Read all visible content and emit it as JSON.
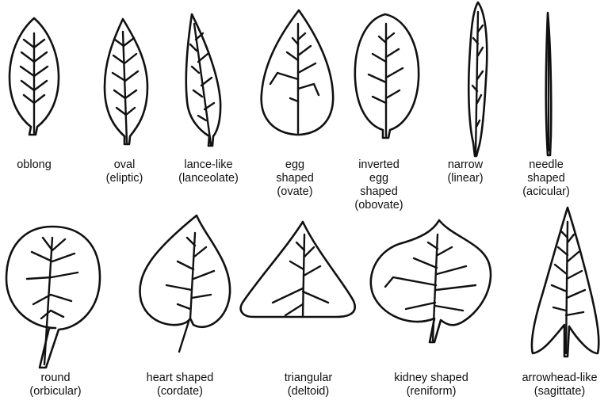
{
  "leaves": [
    {
      "id": "oblong",
      "lines": [
        "oblong"
      ]
    },
    {
      "id": "oval",
      "lines": [
        "oval",
        "(eliptic)"
      ]
    },
    {
      "id": "lanceolate",
      "lines": [
        "lance-like",
        "(lanceolate)"
      ]
    },
    {
      "id": "ovate",
      "lines": [
        "egg",
        "shaped",
        "(ovate)"
      ]
    },
    {
      "id": "obovate",
      "lines": [
        "inverted",
        "egg",
        "shaped",
        "(obovate)"
      ]
    },
    {
      "id": "linear",
      "lines": [
        "narrow",
        "(linear)"
      ]
    },
    {
      "id": "acicular",
      "lines": [
        "needle",
        "shaped",
        "(acicular)"
      ]
    },
    {
      "id": "orbicular",
      "lines": [
        "round",
        "(orbicular)"
      ]
    },
    {
      "id": "cordate",
      "lines": [
        "heart shaped",
        "(cordate)"
      ]
    },
    {
      "id": "deltoid",
      "lines": [
        "triangular",
        "(deltoid)"
      ]
    },
    {
      "id": "reniform",
      "lines": [
        "kidney shaped",
        "(reniform)"
      ]
    },
    {
      "id": "sagittate",
      "lines": [
        "arrowhead-like",
        "(sagittate)"
      ]
    }
  ]
}
